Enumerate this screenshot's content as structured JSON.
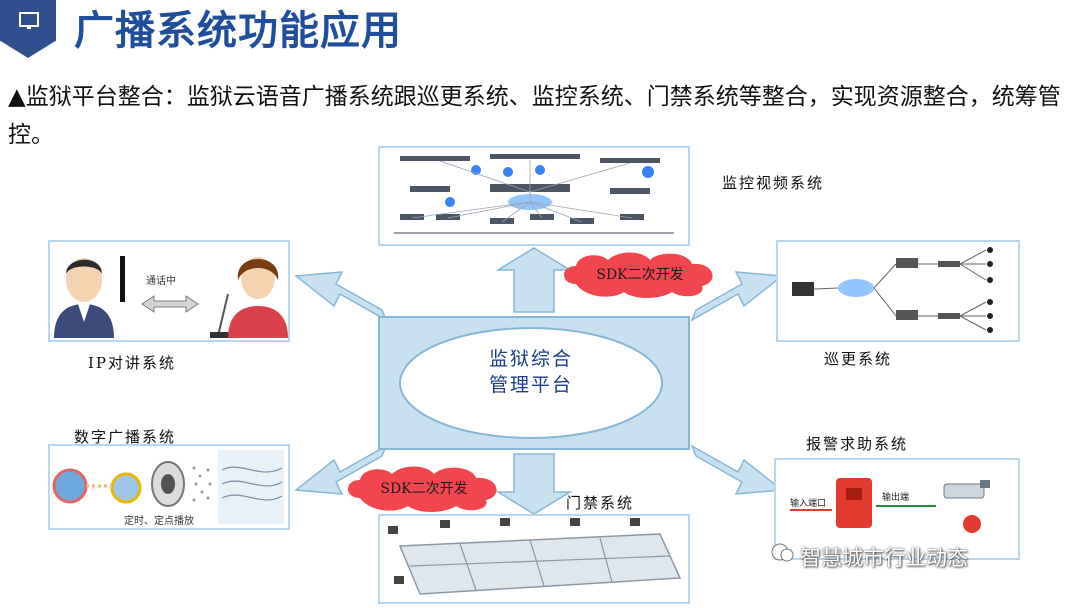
{
  "header": {
    "title": "广播系统功能应用"
  },
  "description": "▲监狱平台整合：监狱云语音广播系统跟巡更系统、监控系统、门禁系统等整合，实现资源整合，统筹管控。",
  "diagram": {
    "center": [
      "监狱综合",
      "管理平台"
    ],
    "nodes": {
      "monitor": "监控视频系统",
      "intercom": "IP对讲系统",
      "patrol": "巡更系统",
      "broadcast": "数字广播系统",
      "access": "门禁系统",
      "alarm": "报警求助系统"
    },
    "sdk_labels": [
      "SDK二次开发",
      "SDK二次开发"
    ],
    "intercom_caption": "通话中",
    "broadcast_caption": "定时、定点播放",
    "alarm_labels": [
      "输入端口",
      "输出端"
    ]
  },
  "colors": {
    "title": "#1f4e9c",
    "arrow": "#c8e1f0",
    "arrow_border": "#86b7d6",
    "cloud": "#f2464f",
    "alarm_red": "#e23a2e"
  },
  "watermark": "智慧城市行业动态"
}
